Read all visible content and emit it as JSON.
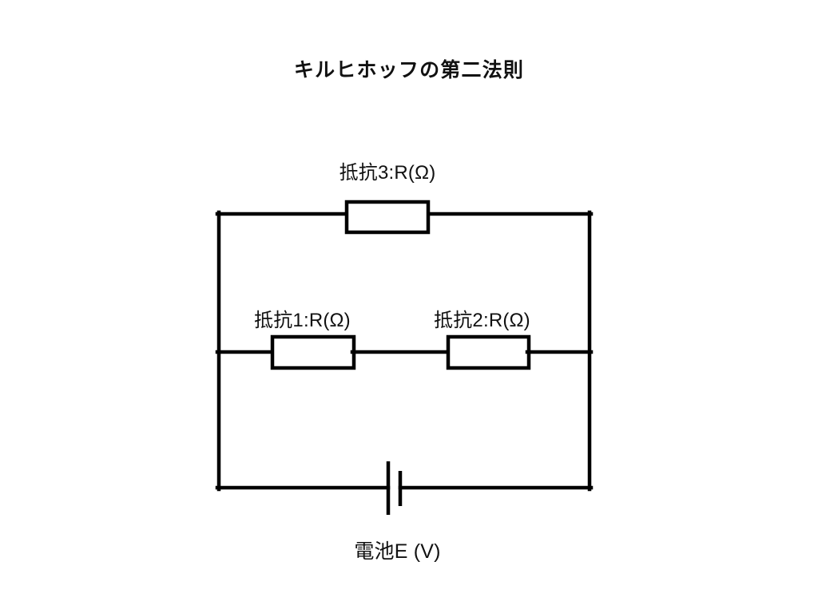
{
  "diagram": {
    "title": "キルヒホッフの第二法則",
    "type": "electrical-circuit-schematic",
    "background_color": "#ffffff",
    "line_color": "#000000",
    "labels": {
      "resistor3": "抵抗3:R(Ω)",
      "resistor1": "抵抗1:R(Ω)",
      "resistor2": "抵抗2:R(Ω)",
      "battery": "電池E (V)"
    },
    "components": [
      {
        "name": "resistor3",
        "kind": "resistor",
        "position": "top-branch"
      },
      {
        "name": "resistor1",
        "kind": "resistor",
        "position": "middle-branch-left"
      },
      {
        "name": "resistor2",
        "kind": "resistor",
        "position": "middle-branch-right"
      },
      {
        "name": "battery",
        "kind": "cell",
        "position": "bottom-branch-center"
      }
    ]
  }
}
